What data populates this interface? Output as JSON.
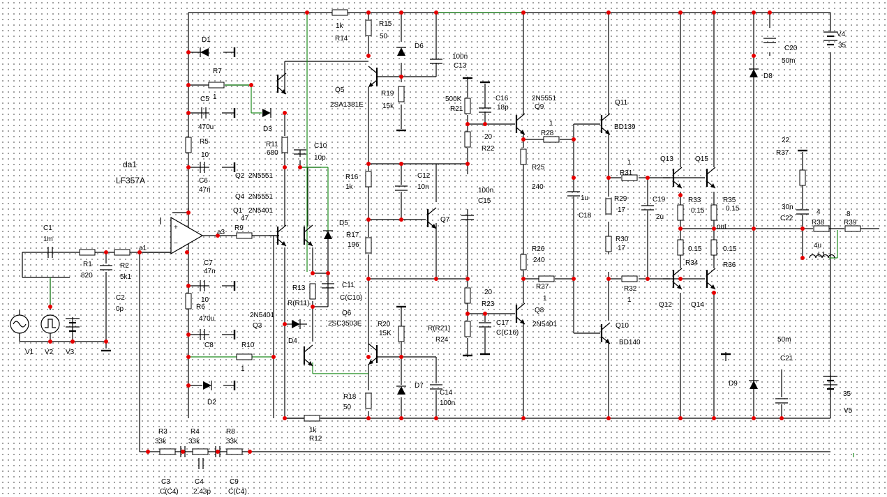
{
  "title": "da1",
  "ic": "LF357A",
  "node_labels": [
    "a1",
    "a3",
    "out"
  ],
  "colors": {
    "wire": "#000000",
    "wire_highlight": "#1b8a1b",
    "junction": "#e60000",
    "grid_dot": "#8a8a8a"
  },
  "labels": [
    {
      "id": "d1",
      "text": "D1"
    },
    {
      "id": "r7",
      "text": "R7"
    },
    {
      "id": "c5",
      "text": "C5"
    },
    {
      "id": "c5v1",
      "text": "1"
    },
    {
      "id": "c5v",
      "text": "470u"
    },
    {
      "id": "d3",
      "text": "D3"
    },
    {
      "id": "r5",
      "text": "R5"
    },
    {
      "id": "r5v",
      "text": "10"
    },
    {
      "id": "c6",
      "text": "C6"
    },
    {
      "id": "c6v",
      "text": "47n"
    },
    {
      "id": "q2",
      "text": "Q2"
    },
    {
      "id": "q2t",
      "text": "2N5551"
    },
    {
      "id": "r11",
      "text": "R11"
    },
    {
      "id": "r11v",
      "text": "680"
    },
    {
      "id": "c10",
      "text": "C10"
    },
    {
      "id": "c10v",
      "text": "10p"
    },
    {
      "id": "q4",
      "text": "Q4"
    },
    {
      "id": "q4t",
      "text": "2N5551"
    },
    {
      "id": "q1",
      "text": "Q1"
    },
    {
      "id": "q1t",
      "text": "2N5401"
    },
    {
      "id": "r9v",
      "text": "47"
    },
    {
      "id": "r9",
      "text": "R9"
    },
    {
      "id": "c1",
      "text": "C1"
    },
    {
      "id": "c1v",
      "text": "1m"
    },
    {
      "id": "r1",
      "text": "R1"
    },
    {
      "id": "r1v",
      "text": "820"
    },
    {
      "id": "r2",
      "text": "R2"
    },
    {
      "id": "r2v",
      "text": "5k1"
    },
    {
      "id": "c2",
      "text": "C2"
    },
    {
      "id": "c2v",
      "text": "0p"
    },
    {
      "id": "c7",
      "text": "C7"
    },
    {
      "id": "c7v",
      "text": "47n"
    },
    {
      "id": "r6v",
      "text": "10"
    },
    {
      "id": "r6",
      "text": "R6"
    },
    {
      "id": "c8v",
      "text": "470u"
    },
    {
      "id": "c8",
      "text": "C8"
    },
    {
      "id": "q3t",
      "text": "2N5401"
    },
    {
      "id": "q3",
      "text": "Q3"
    },
    {
      "id": "r10",
      "text": "R10"
    },
    {
      "id": "r10v",
      "text": "1"
    },
    {
      "id": "d4",
      "text": "D4"
    },
    {
      "id": "d2",
      "text": "D2"
    },
    {
      "id": "v1",
      "text": "V1"
    },
    {
      "id": "v2",
      "text": "V2"
    },
    {
      "id": "v3",
      "text": "V3"
    },
    {
      "id": "r14v",
      "text": "1k"
    },
    {
      "id": "r14",
      "text": "R14"
    },
    {
      "id": "r15",
      "text": "R15"
    },
    {
      "id": "r15v",
      "text": "50"
    },
    {
      "id": "d6",
      "text": "D6"
    },
    {
      "id": "c13v",
      "text": "100n"
    },
    {
      "id": "c13",
      "text": "C13"
    },
    {
      "id": "q5",
      "text": "Q5"
    },
    {
      "id": "q5t",
      "text": "2SA1381E"
    },
    {
      "id": "r19",
      "text": "R19"
    },
    {
      "id": "r19v",
      "text": "15k"
    },
    {
      "id": "d5",
      "text": "D5"
    },
    {
      "id": "r13",
      "text": "R13"
    },
    {
      "id": "r13v",
      "text": "R(R11)"
    },
    {
      "id": "c11",
      "text": "C11"
    },
    {
      "id": "c11v",
      "text": "C(C10)"
    },
    {
      "id": "q6",
      "text": "Q6"
    },
    {
      "id": "q6t",
      "text": "2SC3503E"
    },
    {
      "id": "r16",
      "text": "R16"
    },
    {
      "id": "r16v",
      "text": "1k"
    },
    {
      "id": "c12",
      "text": "C12"
    },
    {
      "id": "c12v",
      "text": "10n"
    },
    {
      "id": "r17",
      "text": "R17"
    },
    {
      "id": "r17v",
      "text": "196"
    },
    {
      "id": "q7",
      "text": "Q7"
    },
    {
      "id": "c15v",
      "text": "100n"
    },
    {
      "id": "c15",
      "text": "C15"
    },
    {
      "id": "r20",
      "text": "R20"
    },
    {
      "id": "r20v",
      "text": "15K"
    },
    {
      "id": "d7",
      "text": "D7"
    },
    {
      "id": "c14",
      "text": "C14"
    },
    {
      "id": "c14v",
      "text": "100n"
    },
    {
      "id": "r18",
      "text": "R18"
    },
    {
      "id": "r18v",
      "text": "50"
    },
    {
      "id": "r12v",
      "text": "1k"
    },
    {
      "id": "r12",
      "text": "R12"
    },
    {
      "id": "r21v",
      "text": "500K"
    },
    {
      "id": "r21",
      "text": "R21"
    },
    {
      "id": "c16",
      "text": "C16"
    },
    {
      "id": "c16v",
      "text": "18p"
    },
    {
      "id": "r22v",
      "text": "20"
    },
    {
      "id": "r22",
      "text": "R22"
    },
    {
      "id": "r23v",
      "text": "20"
    },
    {
      "id": "r23",
      "text": "R23"
    },
    {
      "id": "r24v",
      "text": "R(R21)"
    },
    {
      "id": "r24",
      "text": "R24"
    },
    {
      "id": "c17",
      "text": "C17"
    },
    {
      "id": "c17v",
      "text": "C(C16)"
    },
    {
      "id": "q9t",
      "text": "2N5551"
    },
    {
      "id": "q9",
      "text": "Q9"
    },
    {
      "id": "r28v",
      "text": "1"
    },
    {
      "id": "r28",
      "text": "R28"
    },
    {
      "id": "r25",
      "text": "R25"
    },
    {
      "id": "r25v",
      "text": "240"
    },
    {
      "id": "r26",
      "text": "R26"
    },
    {
      "id": "r26v",
      "text": "240"
    },
    {
      "id": "r27",
      "text": "R27"
    },
    {
      "id": "r27v",
      "text": "1"
    },
    {
      "id": "q8",
      "text": "Q8"
    },
    {
      "id": "q8t",
      "text": "2N5401"
    },
    {
      "id": "q11",
      "text": "Q11"
    },
    {
      "id": "q11t",
      "text": "BD139"
    },
    {
      "id": "c18v",
      "text": "1u"
    },
    {
      "id": "c18",
      "text": "C18"
    },
    {
      "id": "q10",
      "text": "Q10"
    },
    {
      "id": "q10t",
      "text": "BD140"
    },
    {
      "id": "r31v",
      "text": "1"
    },
    {
      "id": "r31",
      "text": "R31"
    },
    {
      "id": "r29",
      "text": "R29"
    },
    {
      "id": "r29v",
      "text": "17"
    },
    {
      "id": "c19",
      "text": "C19"
    },
    {
      "id": "c19v",
      "text": "2u"
    },
    {
      "id": "r30",
      "text": "R30"
    },
    {
      "id": "r30v",
      "text": "17"
    },
    {
      "id": "r32",
      "text": "R32"
    },
    {
      "id": "r32v",
      "text": "1"
    },
    {
      "id": "q13",
      "text": "Q13"
    },
    {
      "id": "q15",
      "text": "Q15"
    },
    {
      "id": "r33",
      "text": "R33"
    },
    {
      "id": "r33v",
      "text": "0.15"
    },
    {
      "id": "r35",
      "text": "R35"
    },
    {
      "id": "r35v",
      "text": "0.15"
    },
    {
      "id": "r34v",
      "text": "0.15"
    },
    {
      "id": "r34",
      "text": "R34"
    },
    {
      "id": "r36v",
      "text": "0.15"
    },
    {
      "id": "r36",
      "text": "R36"
    },
    {
      "id": "q12",
      "text": "Q12"
    },
    {
      "id": "q14",
      "text": "Q14"
    },
    {
      "id": "c20",
      "text": "C20"
    },
    {
      "id": "c20v",
      "text": "50m"
    },
    {
      "id": "v4",
      "text": "V4"
    },
    {
      "id": "v4v",
      "text": "35"
    },
    {
      "id": "d8",
      "text": "D8"
    },
    {
      "id": "r37v",
      "text": "22"
    },
    {
      "id": "r37",
      "text": "R37"
    },
    {
      "id": "c22v",
      "text": "30n"
    },
    {
      "id": "c22",
      "text": "C22"
    },
    {
      "id": "r38v",
      "text": "4"
    },
    {
      "id": "r38",
      "text": "R38"
    },
    {
      "id": "r39v",
      "text": "8"
    },
    {
      "id": "r39",
      "text": "R39"
    },
    {
      "id": "l1v",
      "text": "4u"
    },
    {
      "id": "l1",
      "text": "L1"
    },
    {
      "id": "c21v",
      "text": "50m"
    },
    {
      "id": "c21",
      "text": "C21"
    },
    {
      "id": "d9",
      "text": "D9"
    },
    {
      "id": "v5v",
      "text": "35"
    },
    {
      "id": "v5",
      "text": "V5"
    },
    {
      "id": "r3",
      "text": "R3"
    },
    {
      "id": "r3v",
      "text": "33k"
    },
    {
      "id": "r4",
      "text": "R4"
    },
    {
      "id": "r4v",
      "text": "33k"
    },
    {
      "id": "r8",
      "text": "R8"
    },
    {
      "id": "r8v",
      "text": "33k"
    },
    {
      "id": "c3",
      "text": "C3"
    },
    {
      "id": "c3v",
      "text": "C(C4)"
    },
    {
      "id": "c4",
      "text": "C4"
    },
    {
      "id": "c4v",
      "text": "2.43p"
    },
    {
      "id": "c9",
      "text": "C9"
    },
    {
      "id": "c9v",
      "text": "C(C4)"
    }
  ]
}
